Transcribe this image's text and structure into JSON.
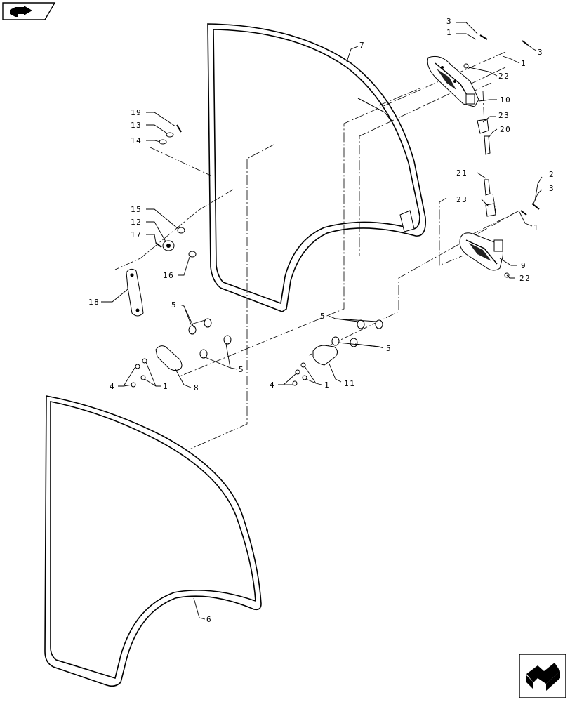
{
  "diagram": {
    "callouts": [
      {
        "id": "c3a",
        "text": "3"
      },
      {
        "id": "c1a",
        "text": "1"
      },
      {
        "id": "c3b",
        "text": "3"
      },
      {
        "id": "c1b",
        "text": "1"
      },
      {
        "id": "c7",
        "text": "7"
      },
      {
        "id": "c22a",
        "text": "22"
      },
      {
        "id": "c10",
        "text": "10"
      },
      {
        "id": "c23a",
        "text": "23"
      },
      {
        "id": "c20",
        "text": "20"
      },
      {
        "id": "c19",
        "text": "19"
      },
      {
        "id": "c13",
        "text": "13"
      },
      {
        "id": "c14",
        "text": "14"
      },
      {
        "id": "c21",
        "text": "21"
      },
      {
        "id": "c23b",
        "text": "23"
      },
      {
        "id": "c2",
        "text": "2"
      },
      {
        "id": "c3c",
        "text": "3"
      },
      {
        "id": "c1c",
        "text": "1"
      },
      {
        "id": "c15",
        "text": "15"
      },
      {
        "id": "c12",
        "text": "12"
      },
      {
        "id": "c17",
        "text": "17"
      },
      {
        "id": "c16",
        "text": "16"
      },
      {
        "id": "c9",
        "text": "9"
      },
      {
        "id": "c22b",
        "text": "22"
      },
      {
        "id": "c18",
        "text": "18"
      },
      {
        "id": "c5a",
        "text": "5"
      },
      {
        "id": "c5b",
        "text": "5"
      },
      {
        "id": "c5c",
        "text": "5"
      },
      {
        "id": "c5d",
        "text": "5"
      },
      {
        "id": "c4a",
        "text": "4"
      },
      {
        "id": "c1d",
        "text": "1"
      },
      {
        "id": "c8",
        "text": "8"
      },
      {
        "id": "c4b",
        "text": "4"
      },
      {
        "id": "c1e",
        "text": "1"
      },
      {
        "id": "c11",
        "text": "11"
      },
      {
        "id": "c6",
        "text": "6"
      }
    ]
  }
}
